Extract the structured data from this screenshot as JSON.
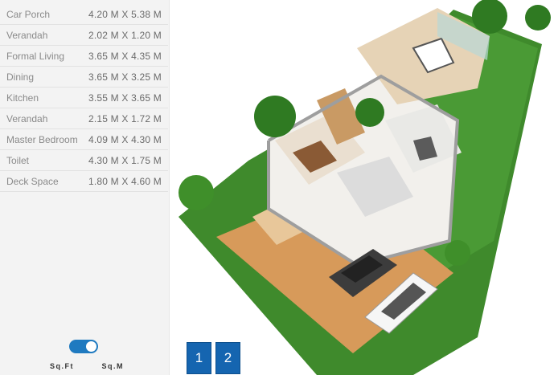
{
  "rooms": [
    {
      "name": "Car Porch",
      "size": "4.20 M X 5.38 M"
    },
    {
      "name": "Verandah",
      "size": "2.02 M X 1.20 M"
    },
    {
      "name": "Formal Living",
      "size": "3.65 M X 4.35 M"
    },
    {
      "name": "Dining",
      "size": "3.65 M X 3.25 M"
    },
    {
      "name": "Kitchen",
      "size": "3.55 M X 3.65 M"
    },
    {
      "name": "Verandah",
      "size": "2.15 M X 1.72 M"
    },
    {
      "name": "Master Bedroom",
      "size": "4.09 M X 4.30 M"
    },
    {
      "name": "Toilet",
      "size": "4.30 M X 1.75 M"
    },
    {
      "name": "Deck Space",
      "size": "1.80 M X 4.60 M"
    }
  ],
  "unit_toggle": {
    "left": "Sq.Ft",
    "right": "Sq.M",
    "selected": "Sq.M"
  },
  "pager": {
    "pages": [
      "1",
      "2"
    ]
  },
  "colors": {
    "accent": "#1565b0",
    "toggle": "#1f7ac0",
    "grass": "#3f8a2c",
    "deck": "#d79a5a"
  }
}
